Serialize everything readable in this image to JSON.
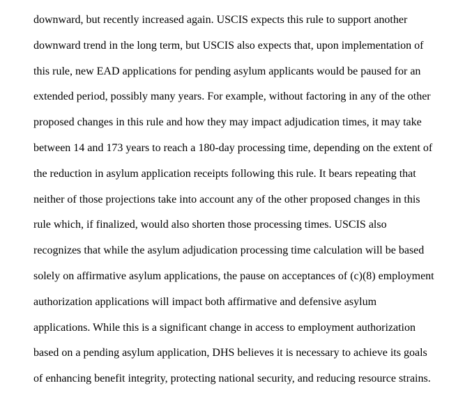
{
  "document": {
    "lines": [
      "downward, but recently increased again. USCIS expects this rule to support another",
      "downward trend in the long term, but USCIS also expects that, upon implementation of",
      "this rule, new EAD applications for pending asylum applicants would be paused for an",
      "extended period, possibly many years.  For example, without factoring in any of the other",
      "proposed changes in this rule and how they may impact adjudication times, it may take",
      "between 14 and 173 years to reach a 180-day processing time, depending on the extent of",
      "the reduction in asylum application receipts following this rule.  It bears repeating that",
      "neither of those projections take into account any of the other proposed changes in this",
      "rule which, if finalized, would also shorten those processing times. USCIS also",
      "recognizes that while the asylum adjudication processing time calculation will be based",
      "solely on affirmative asylum applications, the pause on acceptances of (c)(8) employment",
      "authorization applications will impact both affirmative and defensive asylum",
      "applications.  While this is a significant change in access to employment authorization",
      "based on a pending asylum application, DHS believes it is necessary to achieve its goals",
      "of enhancing benefit integrity, protecting national security, and reducing resource strains."
    ]
  }
}
